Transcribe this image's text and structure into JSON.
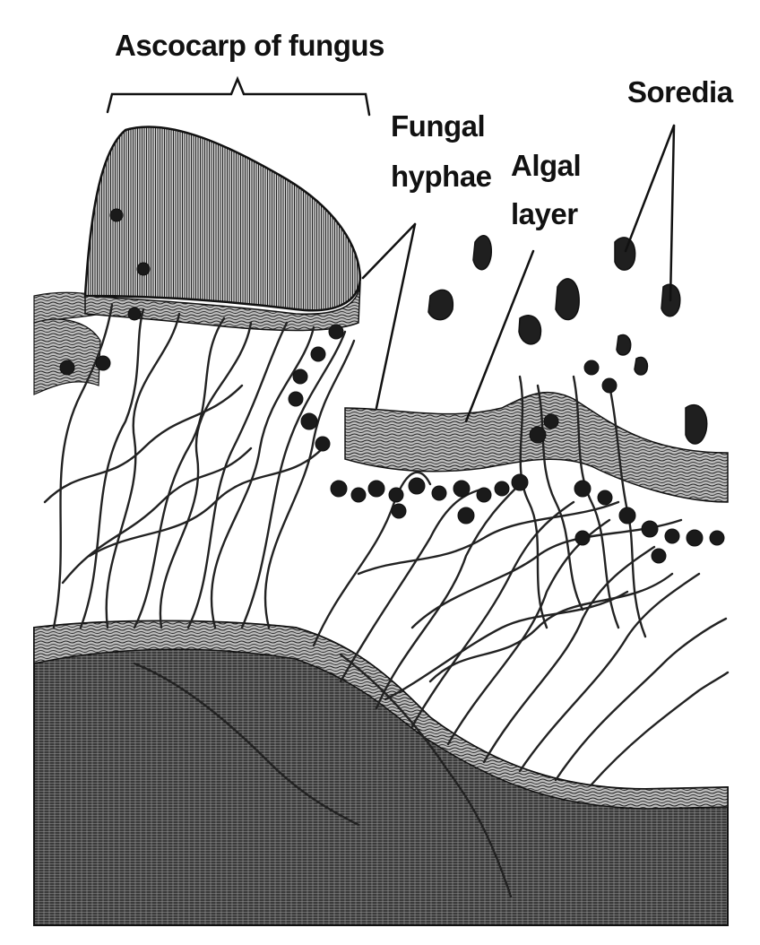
{
  "labels": {
    "ascocarp": "Ascocarp of fungus",
    "fungal_hyphae_line1": "Fungal",
    "fungal_hyphae_line2": "hyphae",
    "algal_layer_line1": "Algal",
    "algal_layer_line2": "layer",
    "soredia": "Soredia"
  },
  "colors": {
    "ink": "#111111",
    "cortex_dark": "#3a3a3a",
    "medulla": "#ffffff",
    "algal_cell": "#1a1a1a"
  }
}
